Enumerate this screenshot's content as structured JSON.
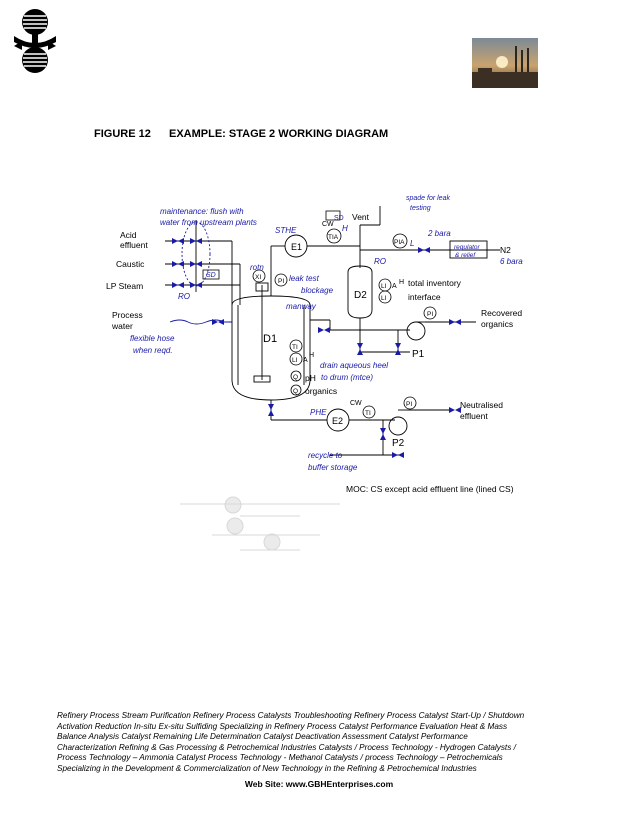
{
  "figure": {
    "number": "FIGURE 12",
    "title": "EXAMPLE: STAGE 2 WORKING DIAGRAM"
  },
  "labels": {
    "maintenance_1": "maintenance: flush with",
    "maintenance_2": "water from upstream plants",
    "acid_1": "Acid",
    "acid_2": "effluent",
    "caustic": "Caustic",
    "lp_steam": "LP Steam",
    "process_1": "Process",
    "process_2": "water",
    "flexible_1": "flexible hose",
    "flexible_2": "when reqd.",
    "ro_left": "RO",
    "ro_right": "RO",
    "sd_left": "SD",
    "sd_top": "SD",
    "sthe": "STHE",
    "e1": "E1",
    "cw_top": "CW",
    "h_tia": "H",
    "tia": "TIA",
    "vent": "Vent",
    "spade_1": "spade for leak",
    "spade_2": "testing",
    "pia": "PIA",
    "pia_l": "L",
    "bara": "2 bara",
    "regulator_1": "regulator",
    "regulator_2": "& relief",
    "n2": "N2",
    "n2_bara": "6 bara",
    "rotn": "rotn",
    "xi": "XI",
    "pi_leak": "PI",
    "leak_1": "leak test",
    "leak_2": "blockage",
    "manway": "manway",
    "d2": "D2",
    "lia": "LI",
    "lia_a": "A",
    "lia_h": "H",
    "total_inventory": "total inventory",
    "li": "LI",
    "interface": "interface",
    "pi_p1": "PI",
    "recovered_1": "Recovered",
    "recovered_2": "organics",
    "d1": "D1",
    "p1": "P1",
    "ti_d1": "TI",
    "lia_d1": "LI",
    "lia_d1_a": "A",
    "lia_d1_h": "H",
    "drain_1": "drain aqueous heel",
    "drain_2": "to drum (mtce)",
    "q_ph": "Q",
    "ph": "pH",
    "q_org": "Q",
    "organics": "organics",
    "cw_bottom": "CW",
    "ti_e2": "TI",
    "pi_p2": "PI",
    "neutralised_1": "Neutralised",
    "neutralised_2": "effluent",
    "phe": "PHE",
    "e2": "E2",
    "p2": "P2",
    "recycle_1": "recycle to",
    "recycle_2": "buffer storage",
    "moc": "MOC: CS except acid effluent line (lined CS)"
  },
  "footer_lines": [
    "Refinery Process Stream Purification Refinery Process Catalysts Troubleshooting Refinery Process Catalyst Start-Up / Shutdown",
    " Activation   Reduction  In-situ  Ex-situ Sulfiding Specializing in Refinery Process Catalyst Performance Evaluation Heat & Mass",
    " Balance Analysis  Catalyst Remaining Life Determination  Catalyst Deactivation Assessment  Catalyst Performance",
    "Characterization  Refining  & Gas Processing &  Petrochemical Industries  Catalysts / Process Technology - Hydrogen  Catalysts /",
    "Process Technology – Ammonia  Catalyst Process Technology - Methanol  Catalysts / process Technology – Petrochemicals",
    "Specializing in the Development  & Commercialization of New Technology in the Refining &   Petrochemical Industries"
  ],
  "website": "Web Site: www.GBHEnterprises.com",
  "colors": {
    "blue": "#1a1aa8",
    "line": "#000000",
    "faint": "#d8d8d8"
  }
}
